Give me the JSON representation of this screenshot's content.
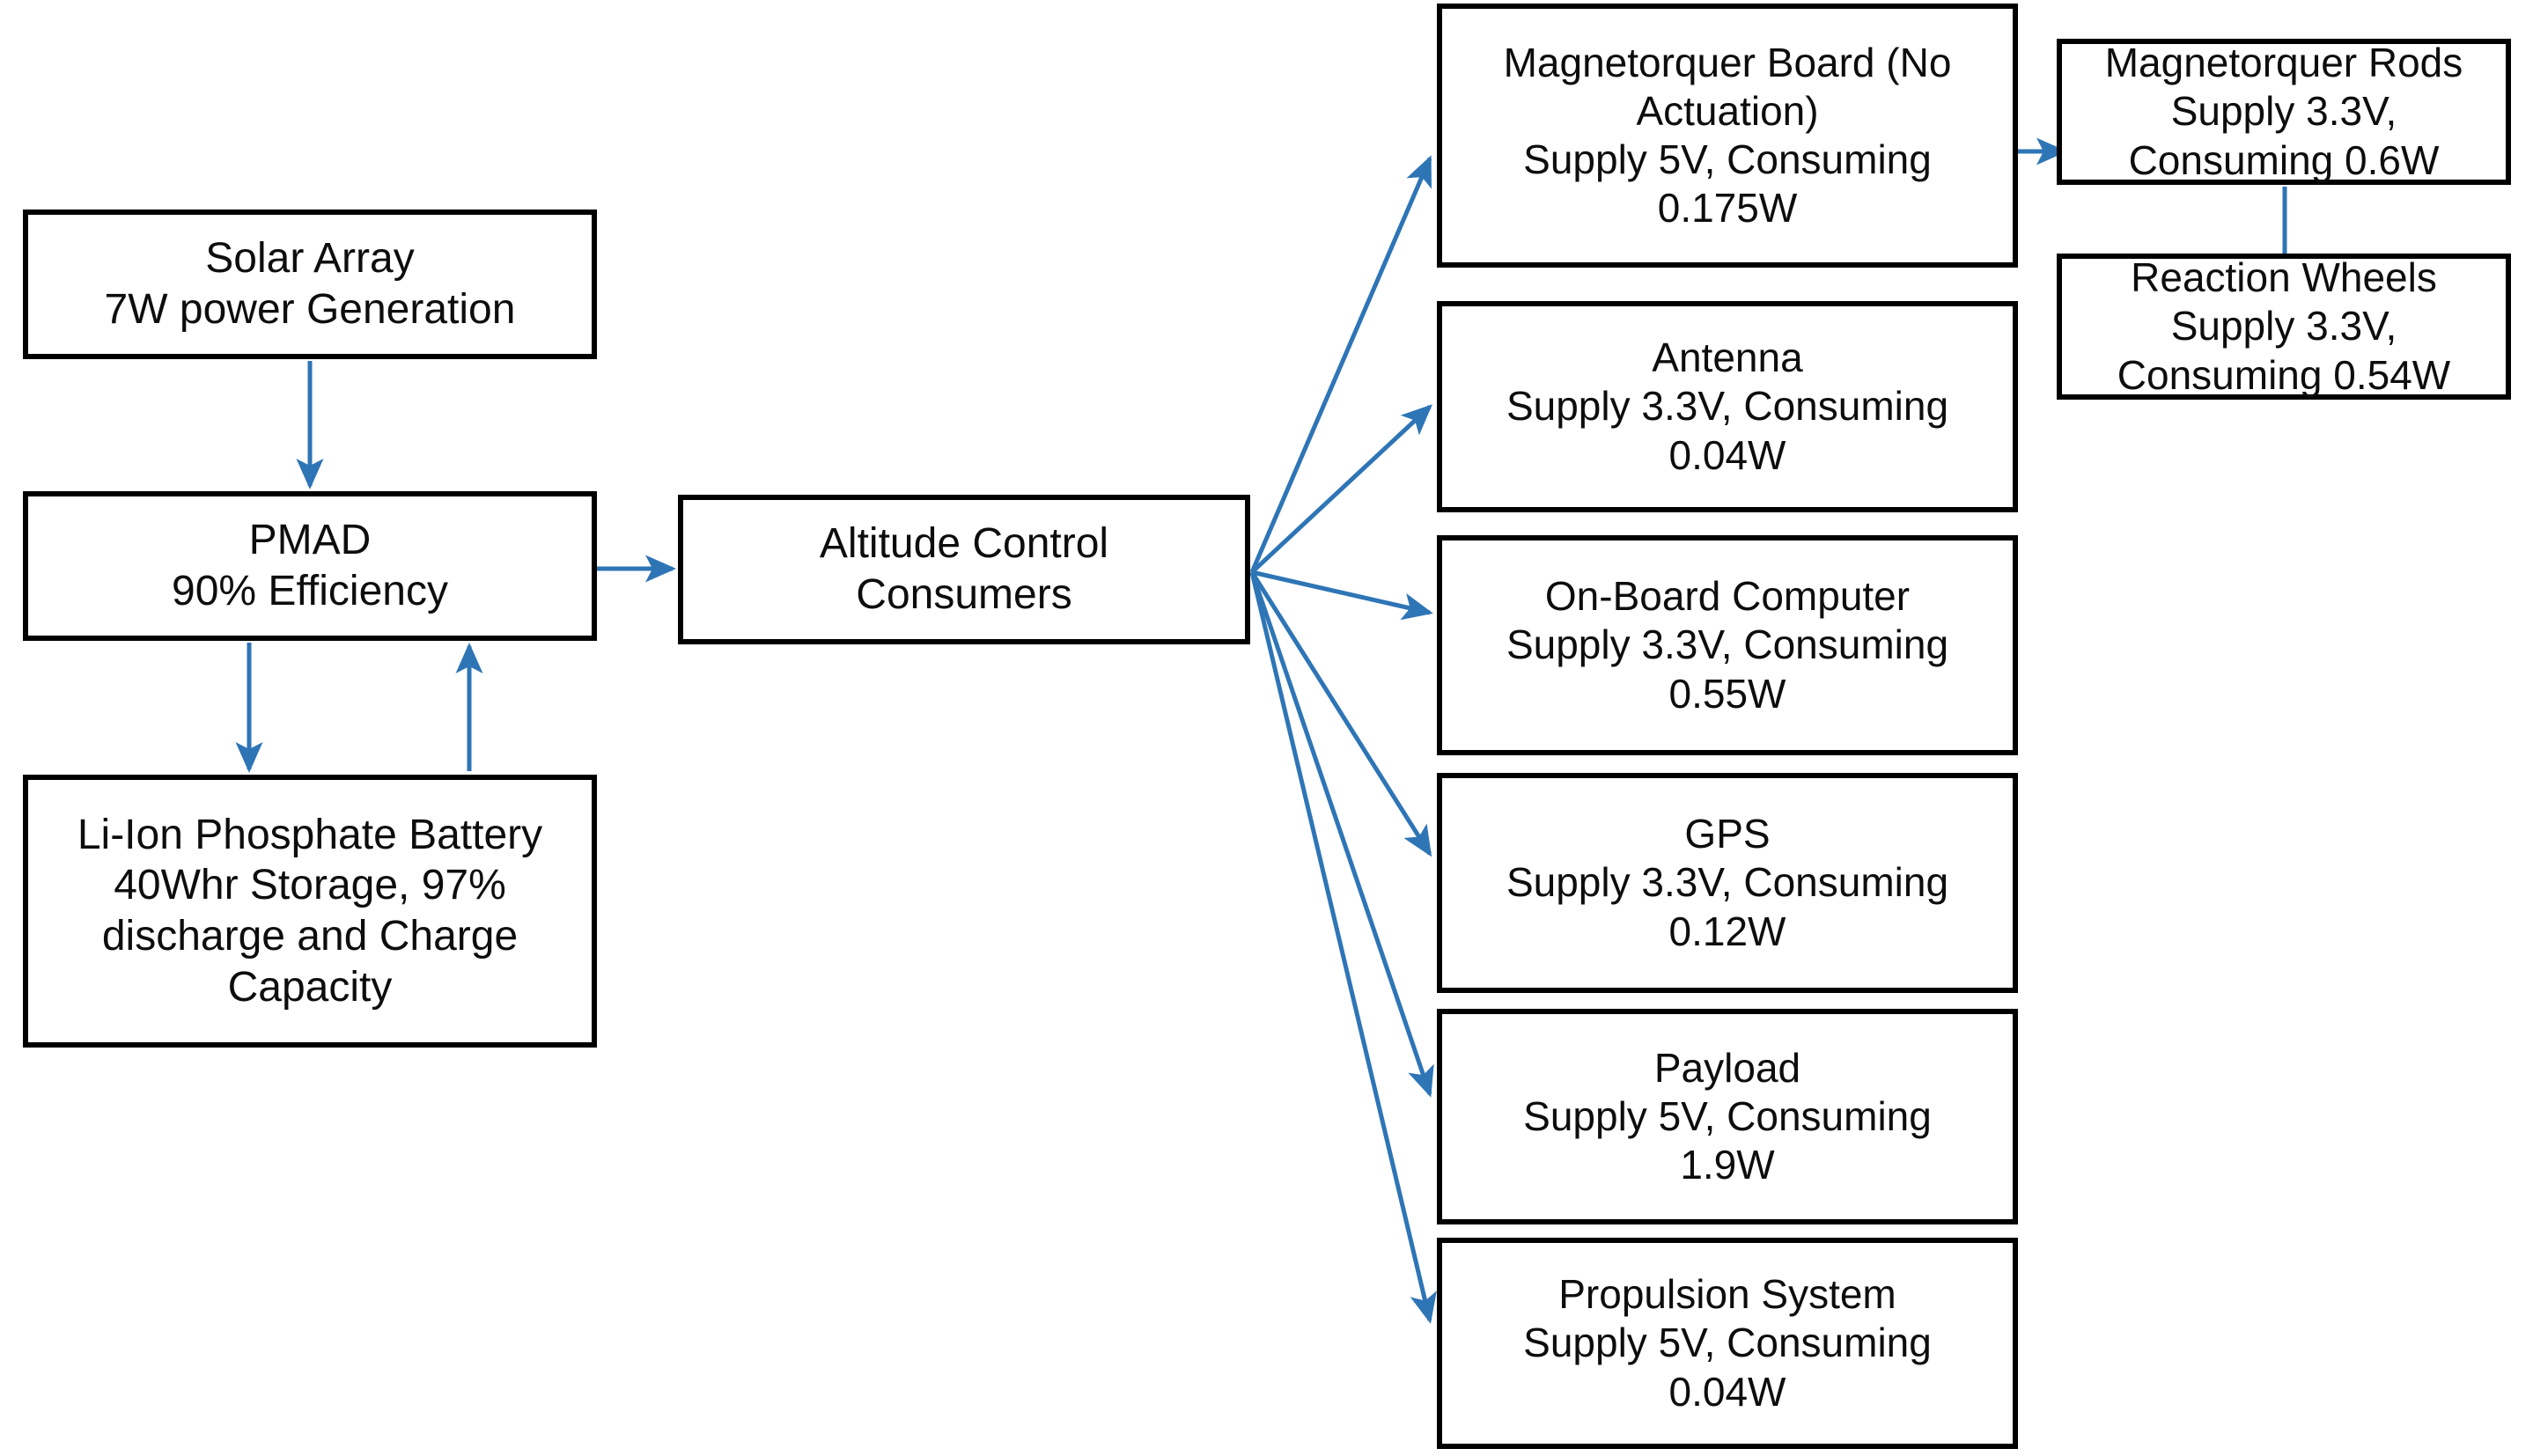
{
  "diagram": {
    "title": "CubeSat Electrical Power System Block Diagram",
    "background_color": "#FFFFFF",
    "box_border_color": "#000000",
    "text_color": "#0D0D0D",
    "arrow_color": "#2E75B6"
  },
  "nodes": {
    "solar_array": {
      "label": "Solar Array\n7W power Generation"
    },
    "pmad": {
      "label": "PMAD\n90% Efficiency"
    },
    "battery": {
      "label": "Li-Ion Phosphate Battery\n40Whr Storage, 97%\ndischarge and Charge\nCapacity"
    },
    "altitude_control": {
      "label": "Altitude Control\nConsumers"
    },
    "magnetorquer_board": {
      "label": "Magnetorquer Board (No\nActuation)\nSupply 5V, Consuming\n0.175W"
    },
    "antenna": {
      "label": "Antenna\nSupply 3.3V, Consuming\n0.04W"
    },
    "on_board_computer": {
      "label": "On-Board Computer\nSupply 3.3V, Consuming\n0.55W"
    },
    "gps": {
      "label": "GPS\nSupply 3.3V, Consuming\n0.12W"
    },
    "payload": {
      "label": "Payload\nSupply 5V, Consuming\n1.9W"
    },
    "propulsion_system": {
      "label": "Propulsion System\nSupply 5V, Consuming\n0.04W"
    },
    "magnetorquer_rods": {
      "label": "Magnetorquer Rods\nSupply 3.3V,\nConsuming 0.6W"
    },
    "reaction_wheels": {
      "label": "Reaction Wheels\nSupply 3.3V,\nConsuming 0.54W"
    }
  },
  "edges": [
    {
      "from": "solar_array",
      "to": "pmad",
      "direction": "down"
    },
    {
      "from": "pmad",
      "to": "battery",
      "direction": "down"
    },
    {
      "from": "battery",
      "to": "pmad",
      "direction": "up"
    },
    {
      "from": "pmad",
      "to": "altitude_control",
      "direction": "right"
    },
    {
      "from": "altitude_control",
      "to": "magnetorquer_board",
      "direction": "right"
    },
    {
      "from": "altitude_control",
      "to": "antenna",
      "direction": "right"
    },
    {
      "from": "altitude_control",
      "to": "on_board_computer",
      "direction": "right"
    },
    {
      "from": "altitude_control",
      "to": "gps",
      "direction": "right"
    },
    {
      "from": "altitude_control",
      "to": "payload",
      "direction": "right"
    },
    {
      "from": "altitude_control",
      "to": "propulsion_system",
      "direction": "right"
    },
    {
      "from": "magnetorquer_board",
      "to": "magnetorquer_rods",
      "direction": "right"
    },
    {
      "from": "magnetorquer_rods",
      "to": "reaction_wheels",
      "direction": "down"
    }
  ],
  "power_values": {
    "generation_w": 7,
    "pmad_efficiency_pct": 90,
    "battery_capacity_whr": 40,
    "battery_dod_pct": 97,
    "consumers": [
      {
        "name": "Magnetorquer Board (No Actuation)",
        "supply_v": 5,
        "consuming_w": 0.175
      },
      {
        "name": "Antenna",
        "supply_v": 3.3,
        "consuming_w": 0.04
      },
      {
        "name": "On-Board Computer",
        "supply_v": 3.3,
        "consuming_w": 0.55
      },
      {
        "name": "GPS",
        "supply_v": 3.3,
        "consuming_w": 0.12
      },
      {
        "name": "Payload",
        "supply_v": 5,
        "consuming_w": 1.9
      },
      {
        "name": "Propulsion System",
        "supply_v": 5,
        "consuming_w": 0.04
      },
      {
        "name": "Magnetorquer Rods",
        "supply_v": 3.3,
        "consuming_w": 0.6
      },
      {
        "name": "Reaction Wheels",
        "supply_v": 3.3,
        "consuming_w": 0.54
      }
    ]
  }
}
